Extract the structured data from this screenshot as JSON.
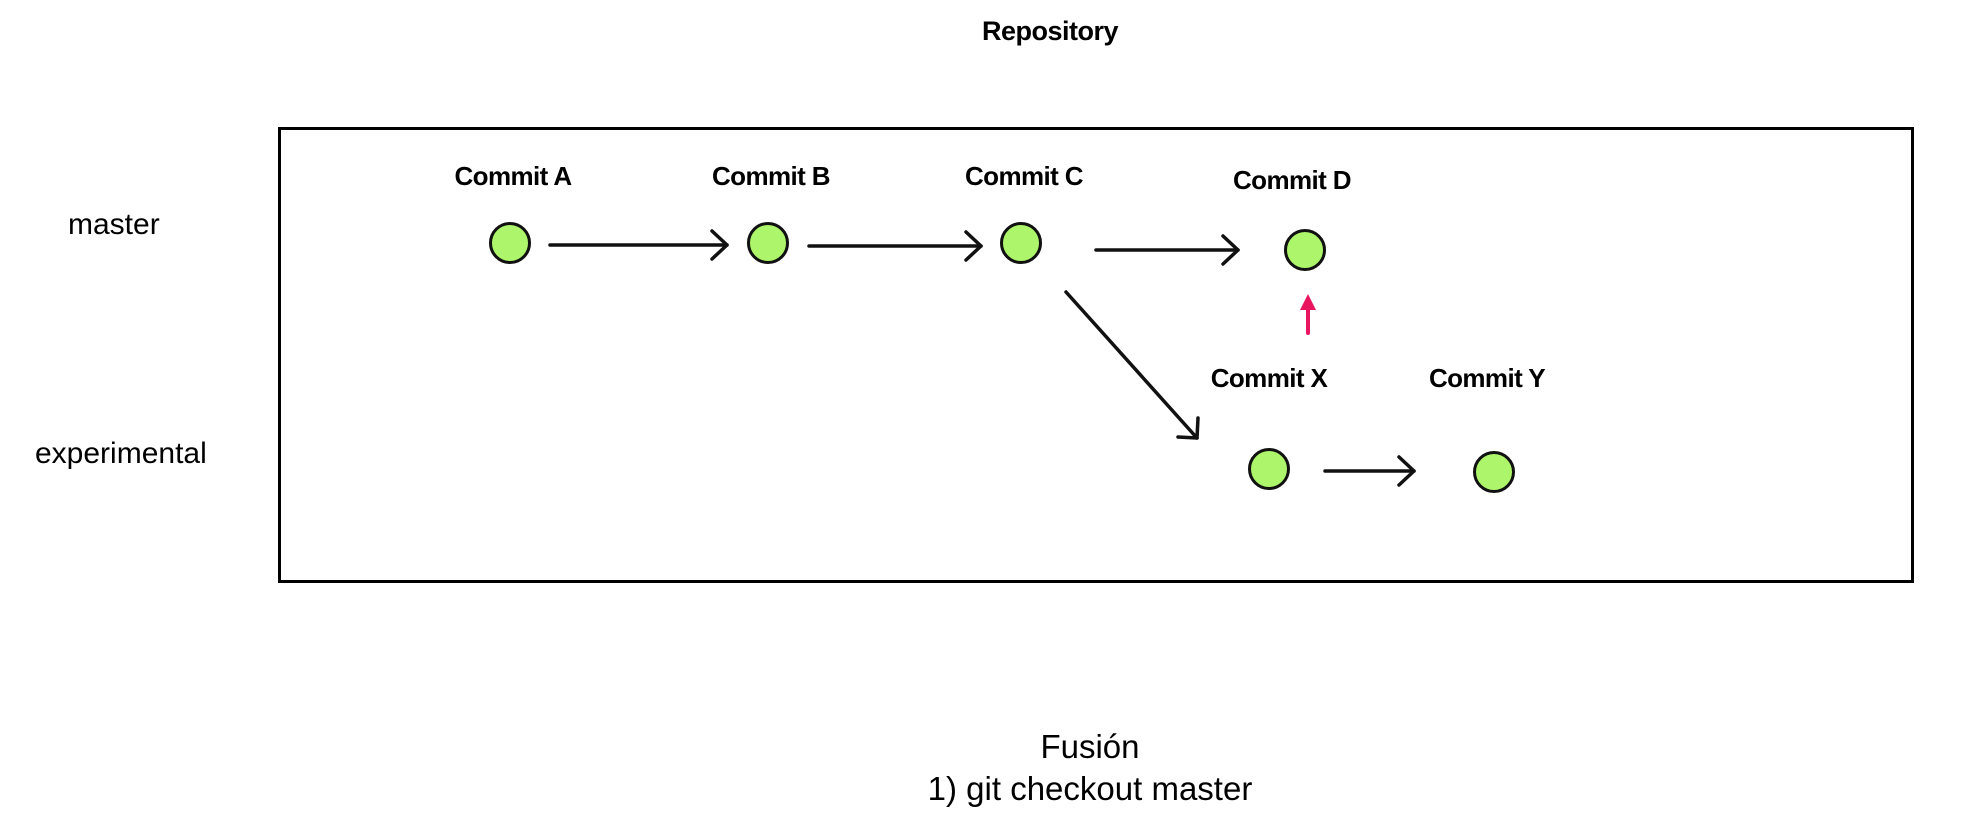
{
  "diagram": {
    "title": "Repository",
    "branches": {
      "master": "master",
      "experimental": "experimental"
    },
    "commits": {
      "a": "Commit A",
      "b": "Commit B",
      "c": "Commit C",
      "d": "Commit D",
      "x": "Commit X",
      "y": "Commit Y"
    },
    "caption": {
      "line1": "Fusión",
      "line2": "1) git checkout master"
    },
    "colors": {
      "node_fill": "#adf56a",
      "node_stroke": "#111111",
      "pointer_arrow": "#e8155f"
    }
  }
}
